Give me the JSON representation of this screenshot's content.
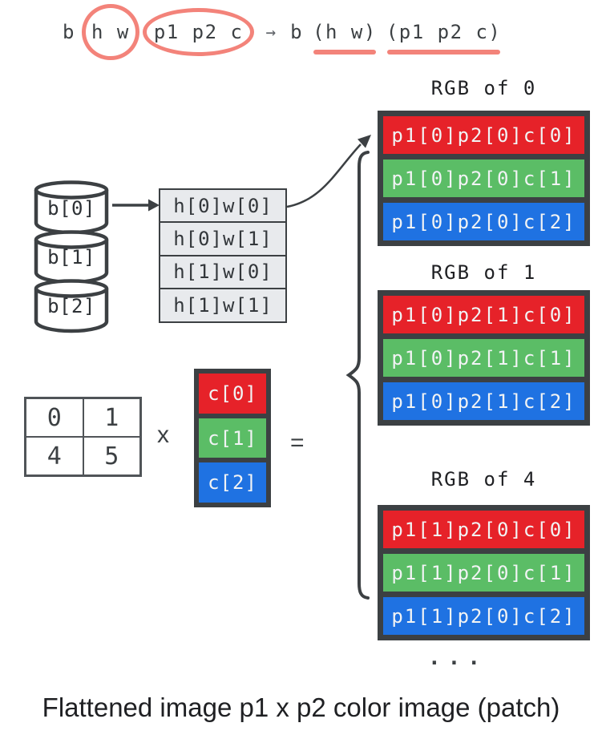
{
  "formula": {
    "b_in": "b",
    "group1_in": "h w",
    "group2_in": "p1 p2 c",
    "arrow": "→",
    "b_out": "b",
    "group1_out": "(h w)",
    "group2_out": "(p1 p2 c)"
  },
  "cylinders": [
    "b[0]",
    "b[1]",
    "b[2]"
  ],
  "flat_table": [
    "h[0]w[0]",
    "h[0]w[1]",
    "h[1]w[0]",
    "h[1]w[1]"
  ],
  "matrix": {
    "cells": [
      "0",
      "1",
      "4",
      "5"
    ]
  },
  "times_sign": "x",
  "equals_sign": "=",
  "color_vector": [
    {
      "label": "c[0]",
      "color": "#e62229"
    },
    {
      "label": "c[1]",
      "color": "#5bbd66"
    },
    {
      "label": "c[2]",
      "color": "#1f72e2"
    }
  ],
  "rgb_groups": [
    {
      "title": "RGB of 0",
      "bars": [
        {
          "label": "p1[0]p2[0]c[0]",
          "color": "#e62229"
        },
        {
          "label": "p1[0]p2[0]c[1]",
          "color": "#5bbd66"
        },
        {
          "label": "p1[0]p2[0]c[2]",
          "color": "#1f72e2"
        }
      ]
    },
    {
      "title": "RGB of 1",
      "bars": [
        {
          "label": "p1[0]p2[1]c[0]",
          "color": "#e62229"
        },
        {
          "label": "p1[0]p2[1]c[1]",
          "color": "#5bbd66"
        },
        {
          "label": "p1[0]p2[1]c[2]",
          "color": "#1f72e2"
        }
      ]
    },
    {
      "title": "RGB of 4",
      "bars": [
        {
          "label": "p1[1]p2[0]c[0]",
          "color": "#e62229"
        },
        {
          "label": "p1[1]p2[0]c[1]",
          "color": "#5bbd66"
        },
        {
          "label": "p1[1]p2[0]c[2]",
          "color": "#1f72e2"
        }
      ]
    }
  ],
  "ellipsis": "...",
  "caption": "Flattened image p1 x p2 color image (patch)",
  "colors": {
    "red": "#e62229",
    "green": "#5bbd66",
    "blue": "#1f72e2",
    "dark": "#3c4043",
    "accent": "#f3837a",
    "cell_bg": "#e8eaed"
  }
}
